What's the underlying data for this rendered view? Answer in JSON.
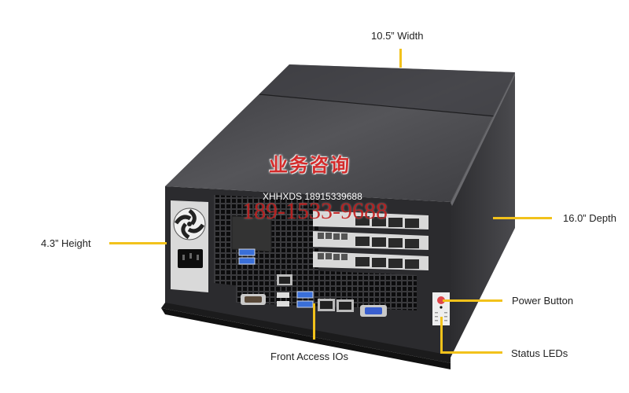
{
  "product": {
    "type": "server-chassis-diagram",
    "view": "rear 3/4 perspective"
  },
  "callouts": {
    "width": "10.5” Width",
    "depth": "16.0” Depth",
    "height": "4.3” Height",
    "power_button": "Power Button",
    "status_leds": "Status LEDs",
    "front_ios": "Front Access IOs"
  },
  "watermark": {
    "chinese": "业务咨询",
    "contact_small": "XHHXDS 18915339688",
    "phone_big": "189-1533-9688"
  },
  "colors": {
    "leader": "#f2c21b",
    "chassis_top": "#4a4a4e",
    "chassis_front": "#2a2a2d",
    "chassis_side": "#343437",
    "watermark_red": "#d42b2b",
    "usb_blue": "#3a6fd8",
    "power_red": "#e0474b"
  }
}
